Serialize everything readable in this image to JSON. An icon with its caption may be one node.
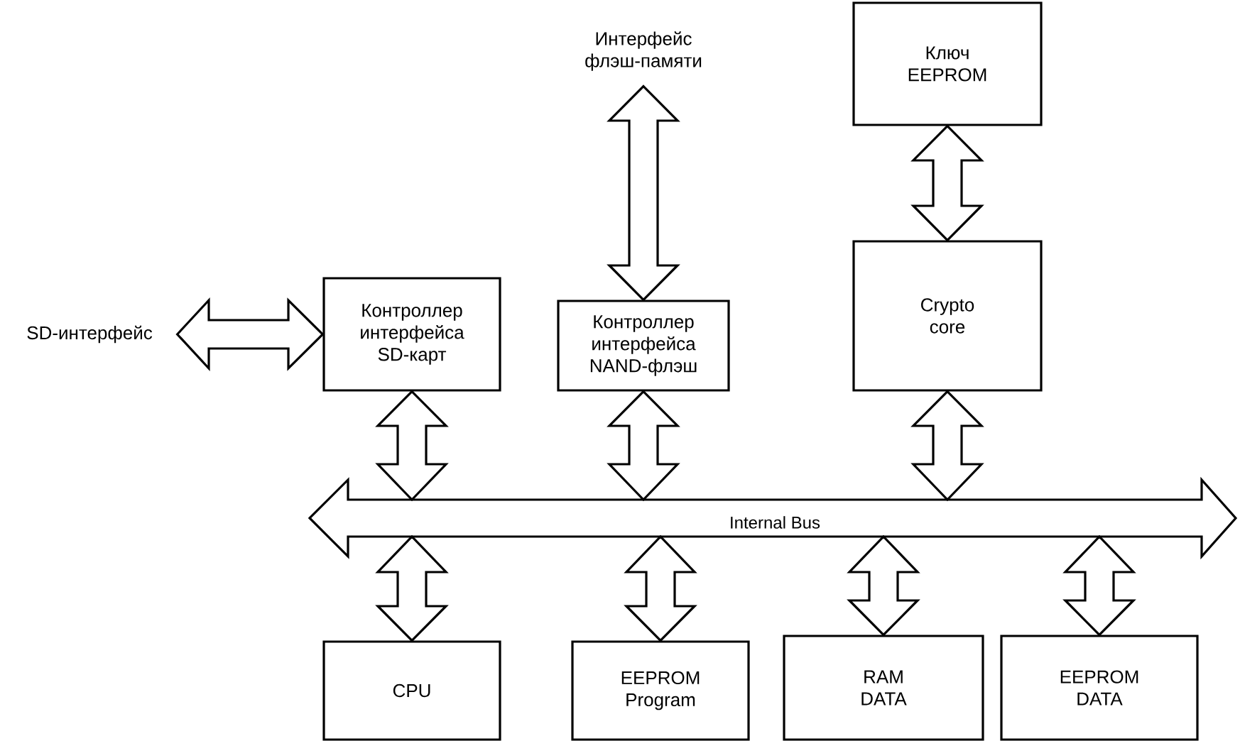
{
  "diagram": {
    "nodes": [
      {
        "text": [
          "SD-интерфейс"
        ]
      },
      {
        "text": [
          "Интерфейс флэш-памяти"
        ]
      },
      {
        "text": [
          "Ключ EEPROM"
        ]
      },
      {
        "text": [
          "Контроллер интерфейса SD-карт"
        ]
      },
      {
        "text": [
          "Контроллер интерфейса NAND-флэш"
        ]
      },
      {
        "text": [
          "Crypto core"
        ]
      },
      {
        "text": [
          "Internal Bus"
        ]
      },
      {
        "text": [
          "CPU"
        ]
      },
      {
        "text": [
          "EEPROM Program"
        ]
      },
      {
        "text": [
          "RAM DATA"
        ]
      },
      {
        "text": [
          "EEPROM DATA"
        ]
      }
    ],
    "edges": [
      {
        "from": 0,
        "to": 3,
        "arrow": "both"
      },
      {
        "from": 1,
        "to": 4,
        "arrow": "both"
      },
      {
        "from": 2,
        "to": 5,
        "arrow": "both"
      },
      {
        "from": 3,
        "to": 6,
        "arrow": "both"
      },
      {
        "from": 4,
        "to": 6,
        "arrow": "both"
      },
      {
        "from": 5,
        "to": 6,
        "arrow": "both"
      },
      {
        "from": 6,
        "to": 7,
        "arrow": "both"
      },
      {
        "from": 6,
        "to": 8,
        "arrow": "both"
      },
      {
        "from": 6,
        "to": 9,
        "arrow": "both"
      },
      {
        "from": 6,
        "to": 10,
        "arrow": "both"
      }
    ]
  }
}
